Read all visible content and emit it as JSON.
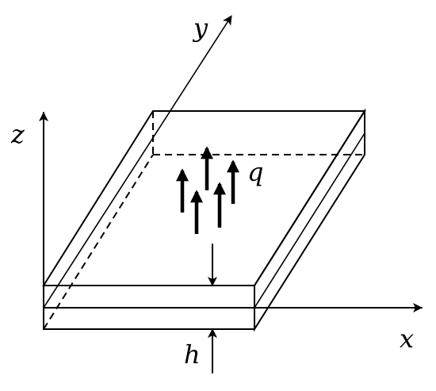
{
  "diagram": {
    "axes": {
      "x_label": "x",
      "y_label": "y",
      "z_label": "z"
    },
    "load_label": "q",
    "thickness_label": "h",
    "colors": {
      "stroke": "#000000",
      "background": "#ffffff"
    }
  }
}
